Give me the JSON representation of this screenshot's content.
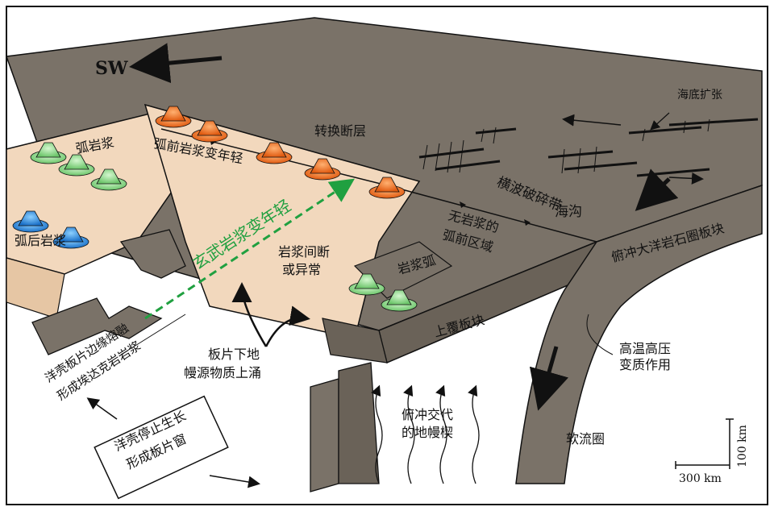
{
  "colors": {
    "plate": "#7a7268",
    "plate_dark": "#6a6258",
    "tan": "#f2d8bd",
    "tan_dark": "#e6c6a4",
    "orange": "#f0731f",
    "green_volcano": "#8fd88c",
    "blue_volcano": "#2a8fe0",
    "arrow_green": "#20a040",
    "outline": "#111111"
  },
  "labels": {
    "direction": "SW",
    "spreading": "海底扩张",
    "transform_fault": "转换断层",
    "arc_magma": "弧岩浆",
    "forearc_magma": "弧前岩浆变年轻",
    "backarc_magma": "弧后岩浆",
    "trench_line1": "横波破碎带",
    "trench_line2": "海沟",
    "amagmatic_line1": "无岩浆的",
    "amagmatic_line2": "弧前区域",
    "subducting_plate": "俯冲大洋岩石圈板块",
    "gap_line1": "岩浆间断",
    "gap_line2": "或异常",
    "arc": "岩浆弧",
    "overriding_plate": "上覆板块",
    "basalt_trend": "玄武岩浆变年轻",
    "hthp_line1": "高温高压",
    "hthp_line2": "变质作用",
    "melt_line1": "洋壳板片边缘熔融",
    "melt_line2": "形成埃达克岩岩浆",
    "upwelling_line1": "板片下地",
    "upwelling_line2": "幔源物质上涌",
    "wedge_line1": "俯冲交代",
    "wedge_line2": "的地幔楔",
    "asthenosphere": "软流圈",
    "window_line1": "洋壳停止生长",
    "window_line2": "形成板片窗",
    "scale_vertical": "100 km",
    "scale_horizontal": "300 km"
  }
}
